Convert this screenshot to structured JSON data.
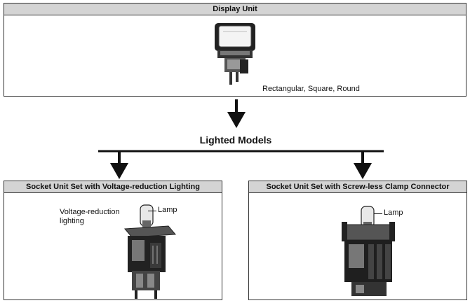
{
  "display_unit": {
    "title": "Display Unit",
    "shapes_label": "Rectangular, Square, Round"
  },
  "center": {
    "title": "Lighted Models"
  },
  "left_panel": {
    "title": "Socket Unit Set with Voltage-reduction Lighting",
    "voltage_label_line1": "Voltage-reduction",
    "voltage_label_line2": "lighting",
    "lamp_label": "Lamp"
  },
  "right_panel": {
    "title": "Socket Unit Set with Screw-less Clamp Connector",
    "lamp_label": "Lamp"
  },
  "colors": {
    "header_fill": "#d4d4d4",
    "line": "#111111"
  }
}
